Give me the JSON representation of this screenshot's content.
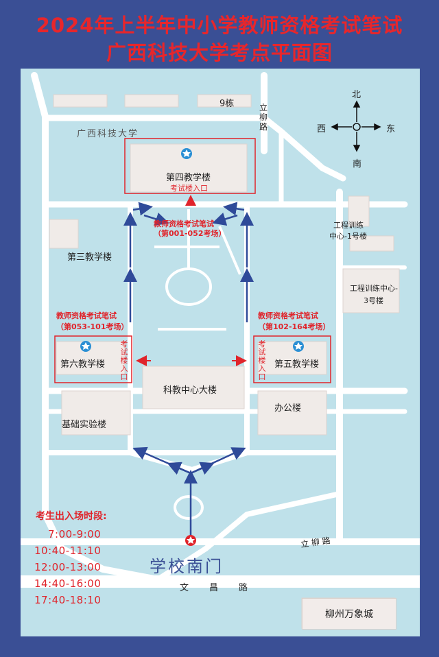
{
  "title_line1": "2024年上半年中小学教师资格考试笔试",
  "title_line2": "广西科技大学考点平面图",
  "compass": {
    "north": "北",
    "south": "南",
    "east": "东",
    "west": "西"
  },
  "labels": {
    "building9": "9栋",
    "university": "广西科技大学",
    "liliu_road_v": "立柳路",
    "liliu_road_h": "立 柳 路",
    "building4": "第四教学楼",
    "building4_entrance": "考试楼入口",
    "exam_center_top_line1": "教师资格考试笔试",
    "exam_center_top_line2": "（第001-052考场）",
    "engineering1_line1": "工程训练",
    "engineering1_line2": "中心-1号楼",
    "building3": "第三教学楼",
    "engineering3_line1": "工程训练中心-",
    "engineering3_line2": "3号楼",
    "exam_left_line1": "教师资格考试笔试",
    "exam_left_line2": "（第053-101考场）",
    "exam_right_line1": "教师资格考试笔试",
    "exam_right_line2": "（第102-164考场）",
    "building6": "第六教学楼",
    "building5": "第五教学楼",
    "entrance_vertical": "考试楼入口",
    "science_center": "科教中心大楼",
    "office": "办公楼",
    "basic_lab": "基础实验楼",
    "south_gate": "学校南门",
    "wenchang_road": "文昌路",
    "wanxiang": "柳州万象城"
  },
  "times_heading": "考生出入场时段:",
  "times": [
    "7:00-9:00",
    "10:40-11:10",
    "12:00-13:00",
    "14:40-16:00",
    "17:40-18:10"
  ],
  "colors": {
    "frame": "#3a4f95",
    "map": "#bfe1ea",
    "building": "#f0ebe8",
    "road": "#ffffff",
    "red": "#e0242b",
    "arrow": "#2f4a99"
  }
}
